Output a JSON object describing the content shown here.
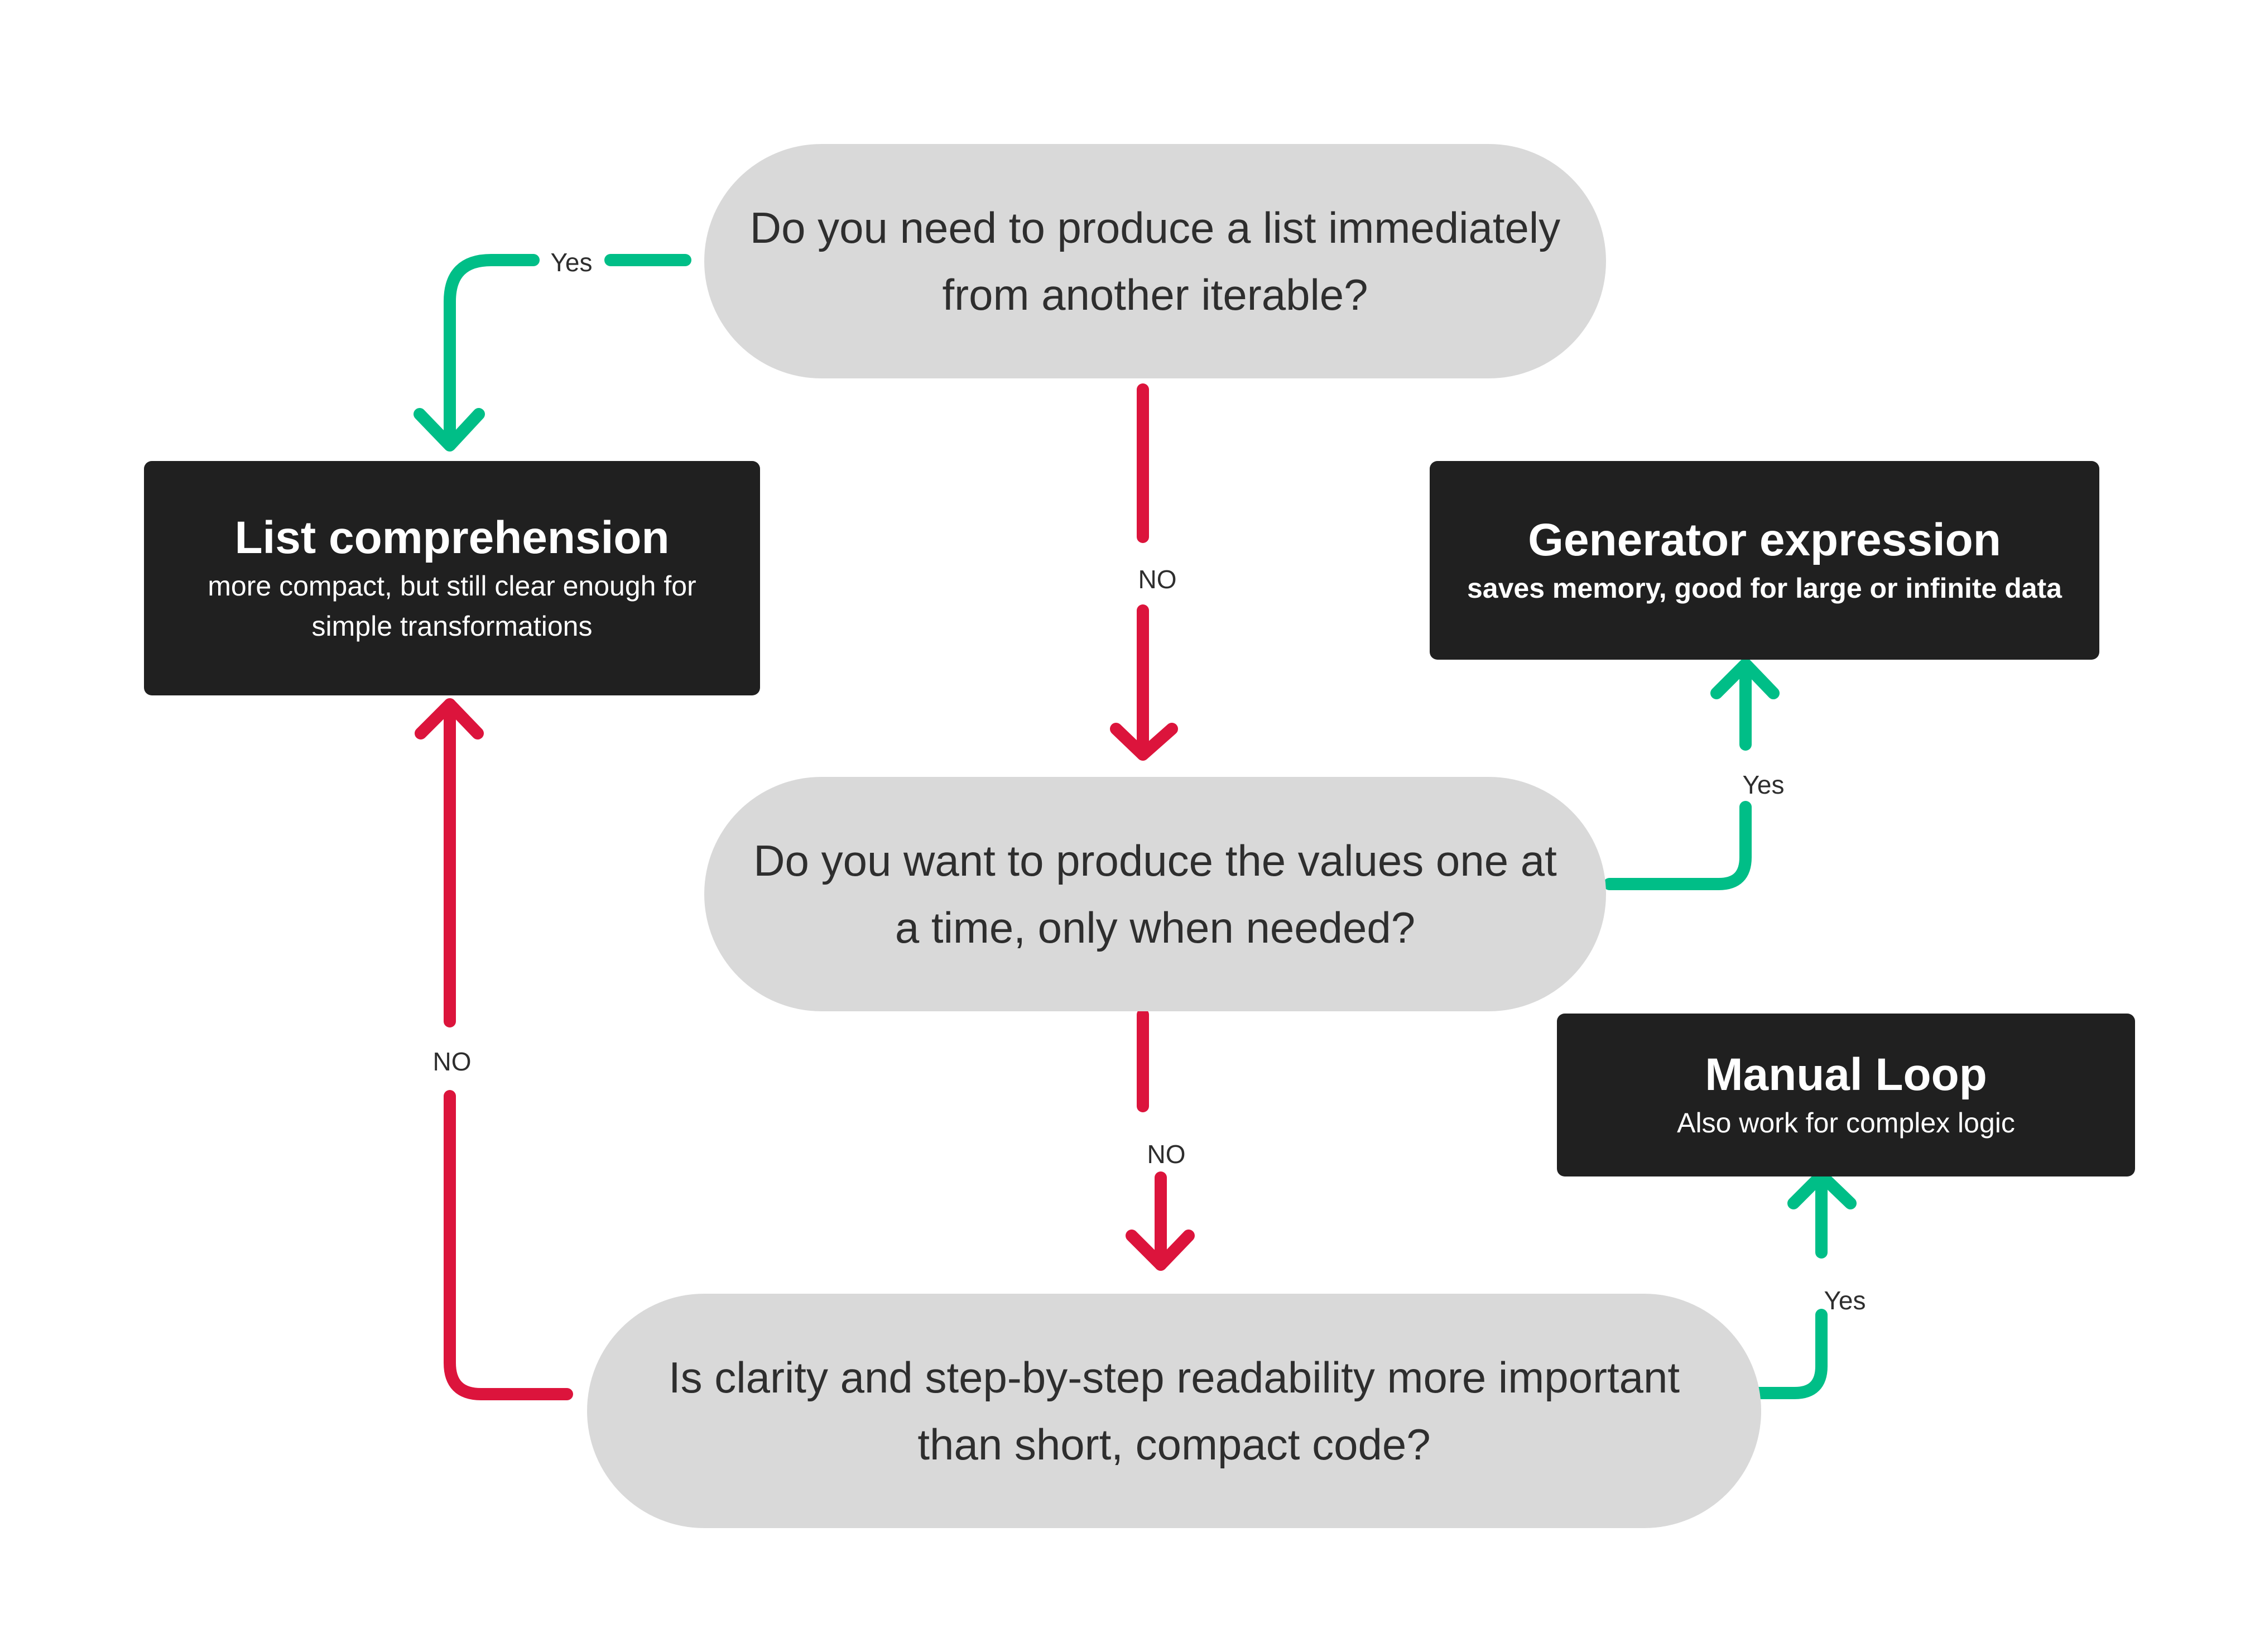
{
  "colors": {
    "yes_edge": "#00be87",
    "no_edge": "#dc143c",
    "question_fill": "#d9d9d9",
    "outcome_fill": "#202020",
    "text_dark": "#2e2e2e",
    "text_light": "#ffffff"
  },
  "questions": [
    {
      "id": "q1",
      "text": "Do you need to produce a list immediately from another iterable?"
    },
    {
      "id": "q2",
      "text": "Do you want to produce the values one at a time, only when needed?"
    },
    {
      "id": "q3",
      "text": "Is clarity and step-by-step readability more important than short, compact code?"
    }
  ],
  "outcomes": {
    "list_comprehension": {
      "title": "List comprehension",
      "description": "more compact, but still clear enough for simple transformations"
    },
    "generator_expression": {
      "title": "Generator expression",
      "description": "saves memory, good for large or infinite data"
    },
    "manual_loop": {
      "title": "Manual Loop",
      "description": "Also work for complex logic"
    }
  },
  "edges": [
    {
      "from": "q1",
      "to": "list_comprehension",
      "label": "Yes",
      "type": "yes"
    },
    {
      "from": "q1",
      "to": "q2",
      "label": "NO",
      "type": "no"
    },
    {
      "from": "q2",
      "to": "generator_expression",
      "label": "Yes",
      "type": "yes"
    },
    {
      "from": "q2",
      "to": "q3",
      "label": "NO",
      "type": "no"
    },
    {
      "from": "q3",
      "to": "list_comprehension",
      "label": "NO",
      "type": "no"
    },
    {
      "from": "q3",
      "to": "manual_loop",
      "label": "Yes",
      "type": "yes"
    }
  ]
}
